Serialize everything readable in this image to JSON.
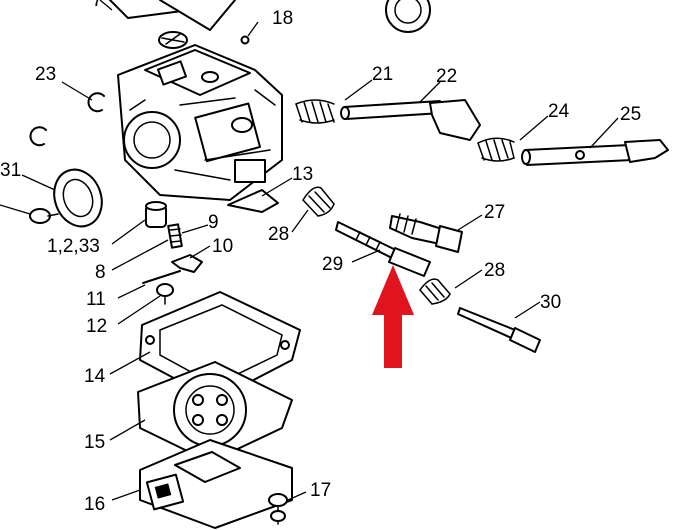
{
  "callouts": {
    "c18": "18",
    "c21": "21",
    "c22": "22",
    "c23": "23",
    "c24": "24",
    "c25": "25",
    "c31": "31",
    "c13": "13",
    "c9": "9",
    "c1_2_33": "1,2,33",
    "c10": "10",
    "c27": "27",
    "c28a": "28",
    "c29": "29",
    "c8": "8",
    "c28b": "28",
    "c11": "11",
    "c30": "30",
    "c12": "12",
    "c14": "14",
    "c15": "15",
    "c16": "16",
    "c17": "17"
  },
  "highlight": {
    "arrow_color": "#e0141e",
    "points_to": "29"
  },
  "icons": [
    "carburetor-body-icon",
    "red-up-arrow-icon"
  ]
}
